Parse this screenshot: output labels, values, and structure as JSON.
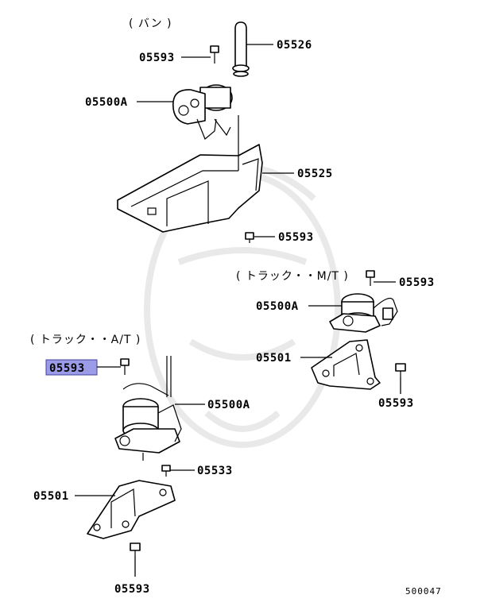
{
  "captions": {
    "van": "( バン )",
    "truck_mt": "( トラック・・M/T )",
    "truck_at": "( トラック・・A/T )"
  },
  "labels": {
    "l05526": "05526",
    "l05593_top": "05593",
    "l05500A_top": "05500A",
    "l05525": "05525",
    "l05593_mid": "05593",
    "l05593_mt": "05593",
    "l05500A_mt": "05500A",
    "l05501_mt": "05501",
    "l05593_mt_bolt": "05593",
    "l05593_at_highlight": "05593",
    "l05500A_at": "05500A",
    "l05533": "05533",
    "l05501_at": "05501",
    "l05593_bottom": "05593"
  },
  "diagram_code": "500047",
  "colors": {
    "highlight_fill": "#9b9be8",
    "highlight_border": "#4040a0",
    "watermark": "#e9e9e9"
  }
}
